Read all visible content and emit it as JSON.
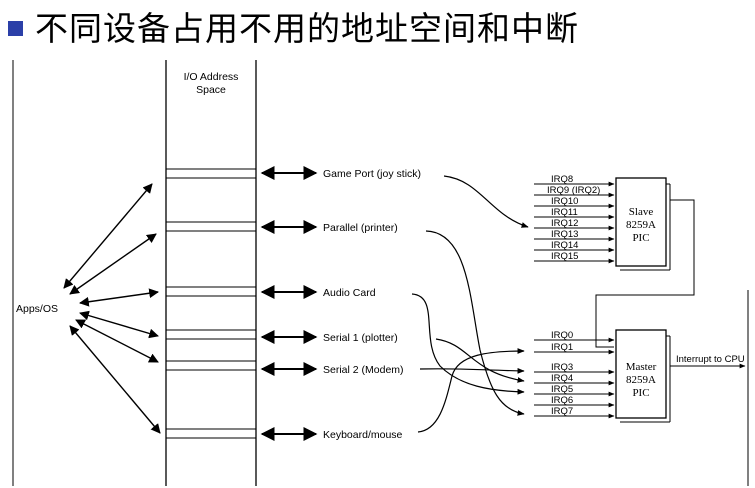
{
  "title": "不同设备占用不用的地址空间和中断",
  "colors": {
    "bullet": "#2b3fa8",
    "line": "#000000"
  },
  "diagram": {
    "address_space_label": [
      "I/O Address",
      "Space"
    ],
    "apps_label": "Apps/OS",
    "devices": [
      "Game Port (joy stick)",
      "Parallel (printer)",
      "Audio Card",
      "Serial 1 (plotter)",
      "Serial 2 (Modem)",
      "Keyboard/mouse"
    ],
    "slave_pic": {
      "label": [
        "Slave",
        "8259A",
        "PIC"
      ],
      "irqs": [
        "IRQ8",
        "IRQ9 (IRQ2)",
        "IRQ10",
        "IRQ11",
        "IRQ12",
        "IRQ13",
        "IRQ14",
        "IRQ15"
      ]
    },
    "master_pic": {
      "label": [
        "Master",
        "8259A",
        "PIC"
      ],
      "irqs": [
        "IRQ0",
        "IRQ1",
        "IRQ3",
        "IRQ4",
        "IRQ5",
        "IRQ6",
        "IRQ7"
      ]
    },
    "cpu_label": "Interrupt to CPU"
  }
}
